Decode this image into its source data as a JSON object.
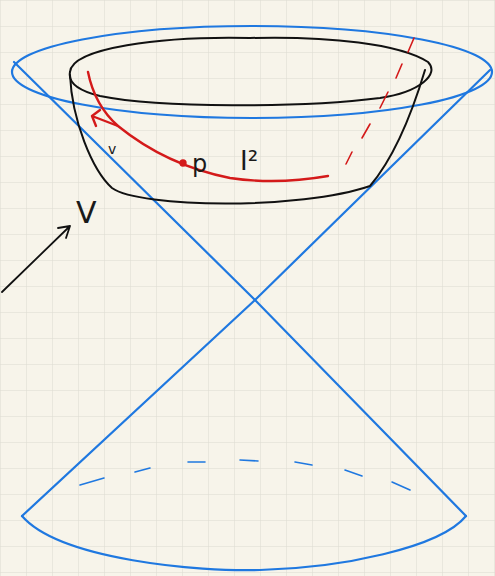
{
  "diagram": {
    "labels": [
      "V",
      "v",
      "p",
      "I²"
    ]
  }
}
